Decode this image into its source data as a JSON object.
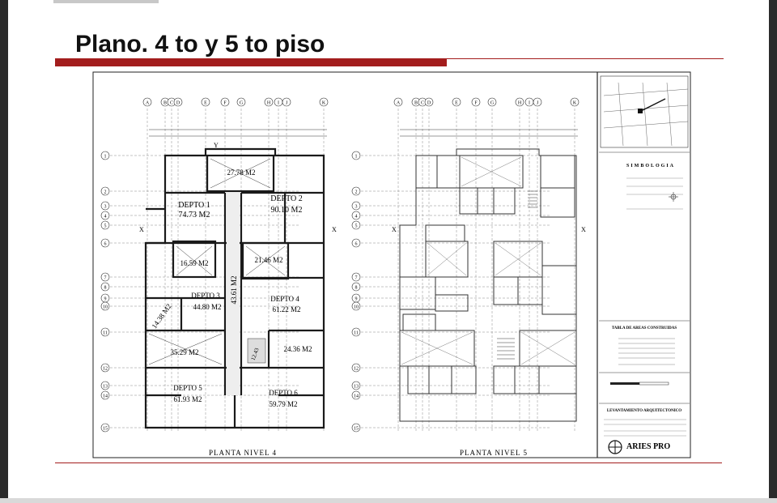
{
  "slide": {
    "title": "Plano. 4 to y 5 to piso"
  },
  "plan_left": {
    "caption": "PLANTA NIVEL 4",
    "units": [
      {
        "name": "DEPTO 1",
        "area": "74.73 M2"
      },
      {
        "name": "DEPTO 2",
        "area": "90.10 M2"
      },
      {
        "name": "DEPTO 3",
        "area": "44.80 M2"
      },
      {
        "name": "DEPTO 4",
        "area": "61.22 M2"
      },
      {
        "name": "DEPTO 5",
        "area": "61.93 M2"
      },
      {
        "name": "DEPTO 6",
        "area": "59.79 M2"
      }
    ],
    "areas": {
      "top": "27.78 M2",
      "stair": "16.59 M2",
      "mid_right": "21.46 M2",
      "corridor": "43.61 M2",
      "left_diag": "14.38 M2",
      "low_left": "35.29 M2",
      "low_right": "24.36 M2",
      "small": "12.43"
    }
  },
  "plan_right": {
    "caption": "PLANTA NIVEL 5"
  },
  "grid": {
    "col_labels": [
      "A",
      "B",
      "C",
      "D",
      "E",
      "F",
      "G",
      "H",
      "I",
      "J",
      "K"
    ],
    "row_labels": [
      "1",
      "2",
      "3",
      "4",
      "5",
      "6",
      "7",
      "8",
      "9",
      "10",
      "11",
      "12",
      "13",
      "14",
      "15"
    ],
    "axis_x": "X",
    "axis_y": "Y"
  },
  "sidebar": {
    "simbologia": "SIMBOLOGIA",
    "table_title": "TABLA DE AREAS CONSTRUIDAS",
    "sheet_title": "LEVANTAMIENTO ARQUITECTONICO",
    "logo": "ARIES PRO"
  },
  "colors": {
    "accent": "#a31d1d",
    "ink": "#1a1a1a"
  }
}
